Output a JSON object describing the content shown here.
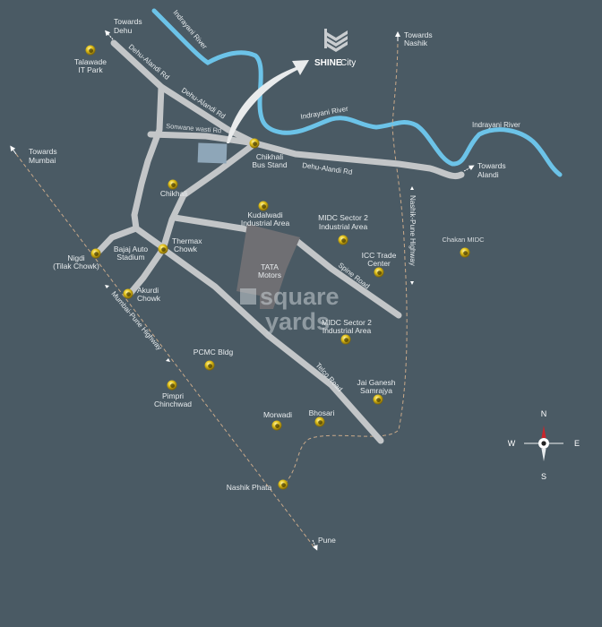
{
  "brand": {
    "name_bold": "SHINE",
    "name_light": "City",
    "logo_icon": "chevron-stack-icon"
  },
  "colors": {
    "background": "#4a5a64",
    "road": "#c3c6c8",
    "river": "#6cc3e8",
    "highway_dash": "#c9a98a",
    "marker": "#e3c21a",
    "project_plot": "#8ea6b8",
    "tata_area": "#6f6f73",
    "compass_north": "#c8262c"
  },
  "directions": {
    "dehu": [
      "Towards",
      "Dehu"
    ],
    "mumbai": [
      "Towards",
      "Mumbai"
    ],
    "nashik": [
      "Towards",
      "Nashik"
    ],
    "alandi": [
      "Towards",
      "Alandi"
    ],
    "pune": "Pune"
  },
  "rivers": {
    "label1": "Indrayani River",
    "label2": "Indrayani River",
    "label3": "Indrayani River"
  },
  "roads": {
    "dehu_alandi_1": "Dehu-Alandi Rd",
    "dehu_alandi_2": "Dehu-Alandi Rd",
    "dehu_alandi_3": "Dehu-Alandi Rd",
    "sonwane": "Sonwane wasti Rd",
    "spine": "Spine Road",
    "telco": "Telco Road",
    "mumbai_pune_hwy": "Mumbai-Pune Highway",
    "nashik_pune_hwy": "Nashik-Pune Highway"
  },
  "landmarks": {
    "talawade": [
      "Talawade",
      "IT Park"
    ],
    "chikhali_bus": [
      "Chikhali",
      "Bus Stand"
    ],
    "chikhali": "Chikhali",
    "kudalwadi": [
      "Kudalwadi",
      "Industrial Area"
    ],
    "midc2_top": [
      "MIDC Sector 2",
      "Industrial Area"
    ],
    "icc": [
      "ICC Trade",
      "Center"
    ],
    "chakan": "Chakan MIDC",
    "thermax": [
      "Thermax",
      "Chowk"
    ],
    "bajaj": [
      "Bajaj Auto",
      "Stadium"
    ],
    "nigdi": [
      "Nigdi",
      "(Tilak Chowk)"
    ],
    "akurdi": [
      "Akurdi",
      "Chowk"
    ],
    "tata": [
      "TATA",
      "Motors"
    ],
    "midc2_bottom": [
      "MIDC Sector 2",
      "Industrial Area"
    ],
    "pcmc": "PCMC Bldg",
    "pimpri": [
      "Pimpri",
      "Chinchwad"
    ],
    "jai_ganesh": [
      "Jai Ganesh",
      "Samrajya"
    ],
    "morwadi": "Morwadi",
    "bhosari": "Bhosari",
    "nashik_phata": "Nashik Phata"
  },
  "compass": {
    "n": "N",
    "s": "S",
    "e": "E",
    "w": "W"
  },
  "watermark": {
    "line1": "square",
    "line2": "yards"
  }
}
